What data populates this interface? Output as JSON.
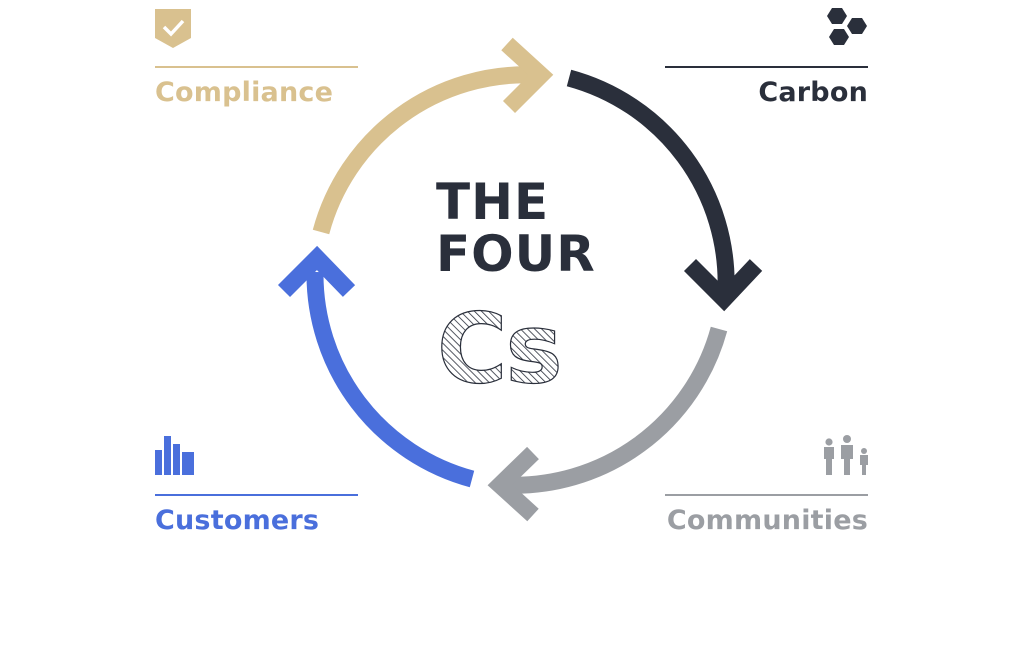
{
  "center": {
    "line1": "THE",
    "line2": "FOUR",
    "line3": "Cs"
  },
  "segments": [
    {
      "label": "Compliance",
      "color": "#d9c18f",
      "icon": "shield-check-icon"
    },
    {
      "label": "Carbon",
      "color": "#2a2f3b",
      "icon": "hexagon-cluster-icon"
    },
    {
      "label": "Communities",
      "color": "#9b9ea3",
      "icon": "people-group-icon"
    },
    {
      "label": "Customers",
      "color": "#4a6fdc",
      "icon": "bar-chart-icon"
    }
  ]
}
